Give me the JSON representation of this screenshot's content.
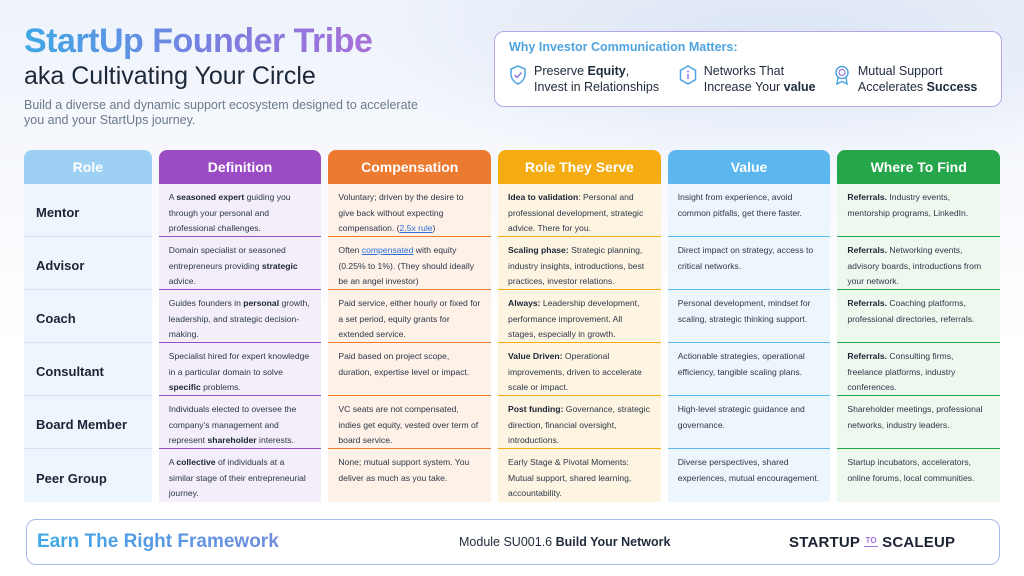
{
  "header": {
    "title": "StartUp Founder Tribe",
    "subtitle": "aka Cultivating Your Circle",
    "tagline": "Build a diverse and dynamic support ecosystem designed to accelerate you and your StartUps journey."
  },
  "why": {
    "title": "Why Investor Communication Matters:",
    "items": [
      {
        "icon": "shield-check-icon",
        "pre": "Preserve ",
        "bold": "Equity",
        "post": ",",
        "line2": "Invest in Relationships"
      },
      {
        "icon": "info-hexagon-icon",
        "pre": "Networks That",
        "line2pre": "Increase Your ",
        "line2bold": "value"
      },
      {
        "icon": "award-badge-icon",
        "pre": "Mutual Support",
        "line2pre": "Accelerates ",
        "line2bold": "Success"
      }
    ]
  },
  "columns": {
    "role": {
      "label": "Role",
      "color": "#9dd0f3"
    },
    "definition": {
      "label": "Definition",
      "color": "#9b4bc3"
    },
    "compensation": {
      "label": "Compensation",
      "color": "#ec7a31"
    },
    "serve": {
      "label": "Role They Serve",
      "color": "#f5ab12"
    },
    "value": {
      "label": "Value",
      "color": "#5cb7ee"
    },
    "find": {
      "label": "Where To Find",
      "color": "#26a64a"
    }
  },
  "rows": [
    {
      "role": "Mentor",
      "definition": [
        {
          "t": "A "
        },
        {
          "b": "seasoned expert"
        },
        {
          "t": " guiding you through your personal and professional challenges."
        }
      ],
      "compensation": [
        {
          "t": "Voluntary; driven by the desire to give back without expecting compensation. ("
        },
        {
          "a": "2.5x rule"
        },
        {
          "t": ")"
        }
      ],
      "serve": [
        {
          "b": "Idea to validation"
        },
        {
          "t": ": Personal and professional development, strategic advice. There for you."
        }
      ],
      "value": [
        {
          "t": "Insight from experience, avoid common pitfalls, get there faster."
        }
      ],
      "find": [
        {
          "b": "Referrals."
        },
        {
          "t": " Industry events, mentorship programs, LinkedIn."
        }
      ]
    },
    {
      "role": "Advisor",
      "definition": [
        {
          "t": "Domain specialist or seasoned entrepreneurs providing "
        },
        {
          "b": "strategic"
        },
        {
          "t": " advice."
        }
      ],
      "compensation": [
        {
          "t": "Often "
        },
        {
          "a": "compensated"
        },
        {
          "t": " with equity (0.25% to 1%). (They should ideally be an angel investor)"
        }
      ],
      "serve": [
        {
          "b": "Scaling phase:"
        },
        {
          "t": " Strategic planning, industry insights, introductions, best practices, investor relations."
        }
      ],
      "value": [
        {
          "t": "Direct impact on strategy, access to critical networks."
        }
      ],
      "find": [
        {
          "b": "Referrals."
        },
        {
          "t": " Networking events, advisory boards, introductions from your network."
        }
      ]
    },
    {
      "role": "Coach",
      "definition": [
        {
          "t": "Guides founders in "
        },
        {
          "b": "personal"
        },
        {
          "t": " growth, leadership, and strategic decision-making."
        }
      ],
      "compensation": [
        {
          "t": "Paid service, either hourly or fixed for a set period, equity grants for extended service."
        }
      ],
      "serve": [
        {
          "b": "Always:"
        },
        {
          "t": " Leadership development, performance improvement. All stages, especially in growth."
        }
      ],
      "value": [
        {
          "t": "Personal development, mindset for scaling, strategic thinking support."
        }
      ],
      "find": [
        {
          "b": "Referrals."
        },
        {
          "t": " Coaching platforms, professional directories, referrals."
        }
      ]
    },
    {
      "role": "Consultant",
      "definition": [
        {
          "t": "Specialist hired for expert knowledge in a particular domain to solve "
        },
        {
          "b": "specific"
        },
        {
          "t": " problems."
        }
      ],
      "compensation": [
        {
          "t": "Paid based on project scope, duration, expertise level or impact."
        }
      ],
      "serve": [
        {
          "b": "Value Driven:"
        },
        {
          "t": " Operational improvements, driven to accelerate scale or impact."
        }
      ],
      "value": [
        {
          "t": "Actionable strategies, operational efficiency, tangible scaling plans."
        }
      ],
      "find": [
        {
          "b": "Referrals."
        },
        {
          "t": " Consulting firms, freelance platforms, industry conferences."
        }
      ]
    },
    {
      "role": "Board Member",
      "definition": [
        {
          "t": "Individuals elected to oversee the company's management and represent "
        },
        {
          "b": "shareholder"
        },
        {
          "t": " interests."
        }
      ],
      "compensation": [
        {
          "t": "VC seats are not compensated, indies get equity, vested over term of board service."
        }
      ],
      "serve": [
        {
          "b": "Post funding:"
        },
        {
          "t": " Governance, strategic direction, financial oversight, introductions."
        }
      ],
      "value": [
        {
          "t": "High-level strategic guidance and governance."
        }
      ],
      "find": [
        {
          "t": "Shareholder meetings, professional networks, industry leaders."
        }
      ]
    },
    {
      "role": "Peer Group",
      "definition": [
        {
          "t": "A "
        },
        {
          "b": "collective"
        },
        {
          "t": " of individuals at a similar stage of their entrepreneurial journey."
        }
      ],
      "compensation": [
        {
          "t": "None; mutual support system. You deliver as much as you take."
        }
      ],
      "serve": [
        {
          "t": "Early Stage & Pivotal Moments: Mutual support, shared learning, accountability."
        }
      ],
      "value": [
        {
          "t": "Diverse perspectives, shared experiences, mutual encouragement."
        }
      ],
      "find": [
        {
          "t": "Startup incubators, accelerators, online forums, local communities."
        }
      ]
    }
  ],
  "footer": {
    "framework": "Earn The Right Framework",
    "module_pre": "Module SU001.6 ",
    "module_bold": "Build Your Network",
    "logo_left": "STARTUP",
    "logo_to": "TO",
    "logo_right": "SCALEUP"
  }
}
